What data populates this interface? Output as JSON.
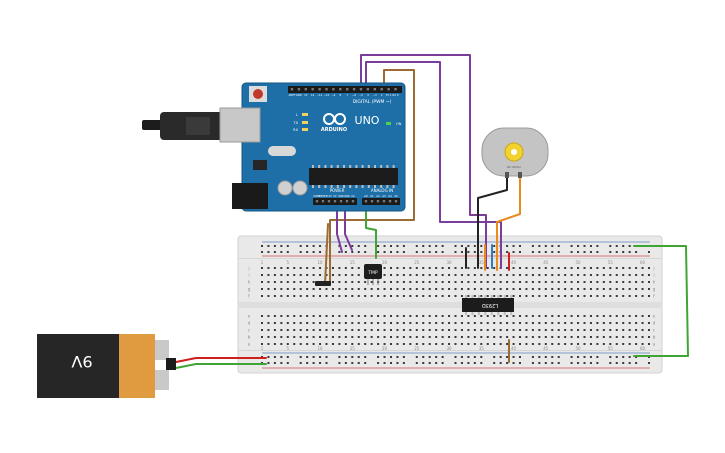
{
  "arduino": {
    "logo": "ARDUINO",
    "model": "UNO",
    "on_label": "ON",
    "digital_label": "DIGITAL (PWM ~)",
    "analog_label": "ANALOG IN",
    "power_label": "POWER",
    "led_l": "L",
    "led_tx": "TX",
    "led_rx": "RX",
    "digital_pins": [
      "AREF",
      "GND",
      "13",
      "12",
      "~11",
      "~10",
      "~9",
      "8",
      "7",
      "~6",
      "~5",
      "4",
      "~3",
      "2",
      "TX 1",
      "RX 0"
    ],
    "power_pins": [
      "IOREF",
      "RESET",
      "3.3V",
      "5V",
      "GND",
      "GND",
      "Vin"
    ],
    "analog_pins": [
      "A0",
      "A1",
      "A2",
      "A3",
      "A4",
      "A5"
    ]
  },
  "battery": {
    "label": "9V"
  },
  "sensor": {
    "label": "TMP"
  },
  "driver_chip": {
    "label": "L293D"
  },
  "motor": {
    "label": "DC Motor"
  },
  "breadboard": {
    "columns": [
      "1",
      "5",
      "10",
      "15",
      "20",
      "25",
      "30",
      "35",
      "40",
      "45",
      "50",
      "55",
      "60"
    ],
    "rows_top": [
      "j",
      "i",
      "h",
      "g",
      "f"
    ],
    "rows_bottom": [
      "e",
      "d",
      "c",
      "b",
      "a"
    ]
  },
  "colors": {
    "board": "#1e6fa8",
    "breadboard": "#e9e9e9",
    "wire_purple": "#7a3e9a",
    "wire_brown": "#9b6b32",
    "wire_green": "#3fa535",
    "wire_orange": "#e98a1e",
    "wire_blue": "#2d7fc1",
    "wire_red": "#d11f1f",
    "wire_black": "#222222"
  }
}
